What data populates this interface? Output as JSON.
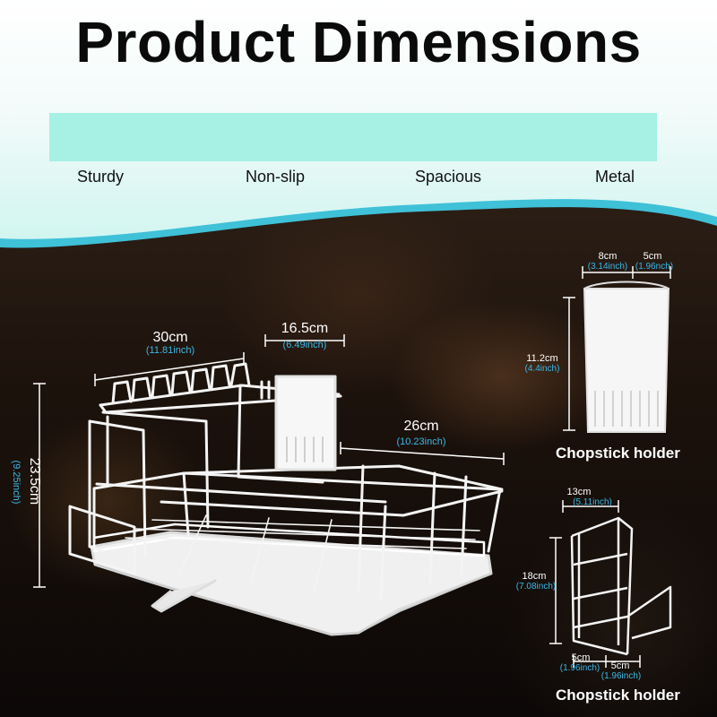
{
  "title": "Product Dimensions",
  "features": [
    "Sturdy",
    "Non-slip",
    "Spacious",
    "Metal"
  ],
  "main_rack": {
    "width": {
      "cm": "30cm",
      "inch": "(11.81inch)"
    },
    "holder_width": {
      "cm": "16.5cm",
      "inch": "(6.49inch)"
    },
    "depth": {
      "cm": "26cm",
      "inch": "(10.23inch)"
    },
    "height": {
      "cm": "23.5cm",
      "inch": "(9.25inch)"
    }
  },
  "cup_holder": {
    "label": "Chopstick holder",
    "width_a": {
      "cm": "8cm",
      "inch": "(3.14inch)"
    },
    "width_b": {
      "cm": "5cm",
      "inch": "(1.96nch)"
    },
    "height": {
      "cm": "11.2cm",
      "inch": "(4.4inch)"
    }
  },
  "wire_holder": {
    "label": "Chopstick holder",
    "top": {
      "cm": "13cm",
      "inch": "(5.11inch)"
    },
    "height": {
      "cm": "18cm",
      "inch": "(7.08inch)"
    },
    "bottom_a": {
      "cm": "5cm",
      "inch": "(1.96inch)"
    },
    "bottom_b": {
      "cm": "5cm",
      "inch": "(1.96inch)"
    }
  },
  "colors": {
    "band": "#a7f0e4",
    "accent_text": "#3cb8e6",
    "wire": "#f4f4f4"
  }
}
